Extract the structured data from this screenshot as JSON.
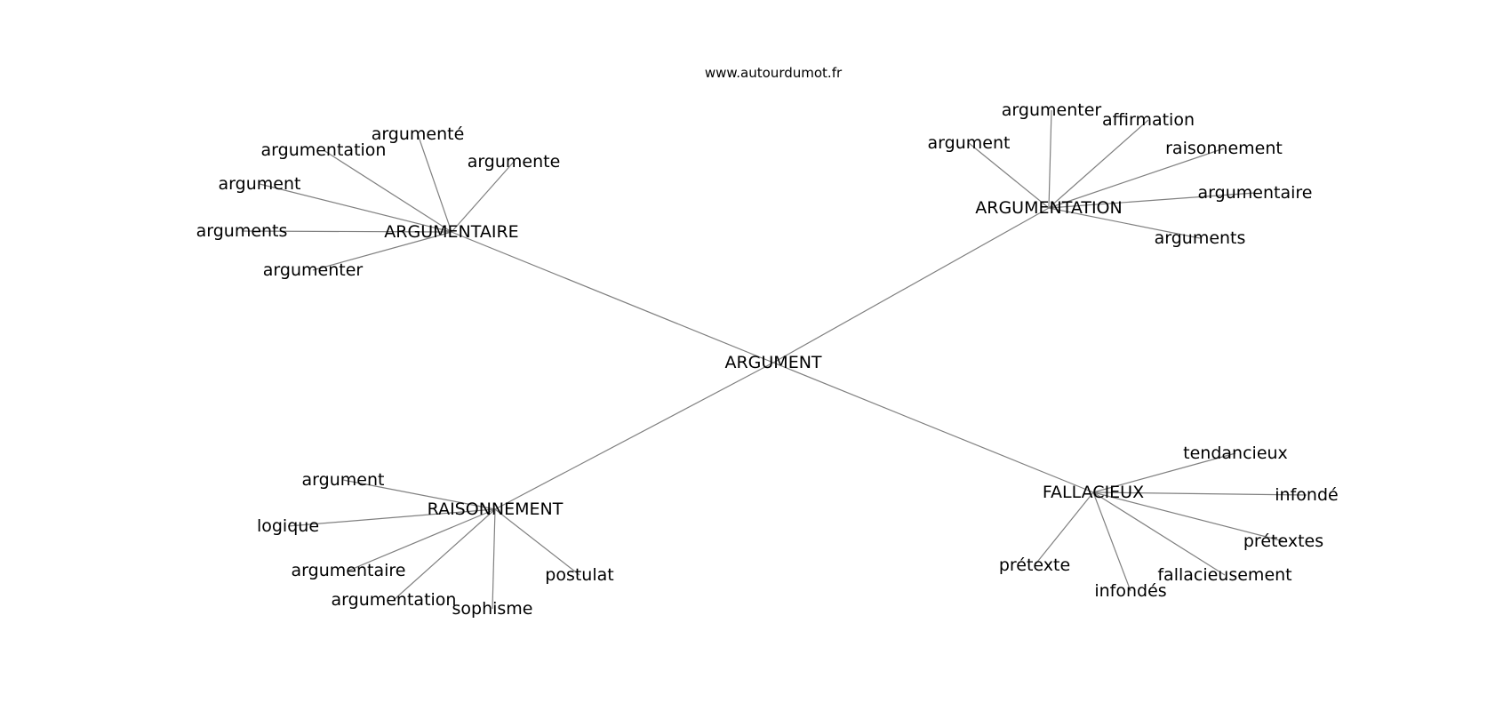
{
  "site": "www.autourdumot.fr",
  "root": "ARGUMENT",
  "clusters": [
    {
      "label": "ARGUMENTAIRE",
      "words": [
        "argumenté",
        "argumentation",
        "argumente",
        "argument",
        "arguments",
        "argumenter"
      ]
    },
    {
      "label": "ARGUMENTATION",
      "words": [
        "argumenter",
        "affirmation",
        "argument",
        "raisonnement",
        "argumentaire",
        "arguments"
      ]
    },
    {
      "label": "RAISONNEMENT",
      "words": [
        "argument",
        "logique",
        "argumentaire",
        "argumentation",
        "sophisme",
        "postulat"
      ]
    },
    {
      "label": "FALLACIEUX",
      "words": [
        "tendancieux",
        "infondé",
        "prétextes",
        "fallacieusement",
        "infondés",
        "prétexte"
      ]
    }
  ]
}
